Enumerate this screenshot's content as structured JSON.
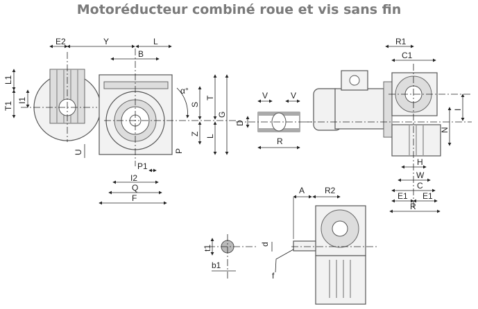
{
  "title": "Motoréducteur combiné roue et vis sans fin",
  "front_view": {
    "E2": "E2",
    "Y": "Y",
    "L_top": "L",
    "B": "B",
    "L1": "L1",
    "T1": "T1",
    "I1": "I1",
    "S": "S",
    "T": "T",
    "G": "G",
    "Z": "Z",
    "L_side": "L",
    "P": "P",
    "U": "U",
    "alpha": "α°",
    "P1": "P1",
    "I2": "I2",
    "Q": "Q",
    "F": "F"
  },
  "hollow_shaft": {
    "V_left": "V",
    "V_right": "V",
    "D": "D",
    "R": "R"
  },
  "motor_view": {
    "R1": "R1",
    "C1": "C1",
    "I": "I",
    "N": "N",
    "H": "H",
    "W": "W",
    "C": "C",
    "E1_left": "E1",
    "E1_right": "E1",
    "R": "R"
  },
  "output_shaft": {
    "A": "A",
    "R2": "R2",
    "t1": "t1",
    "d": "d",
    "b1": "b1",
    "f": "f"
  }
}
